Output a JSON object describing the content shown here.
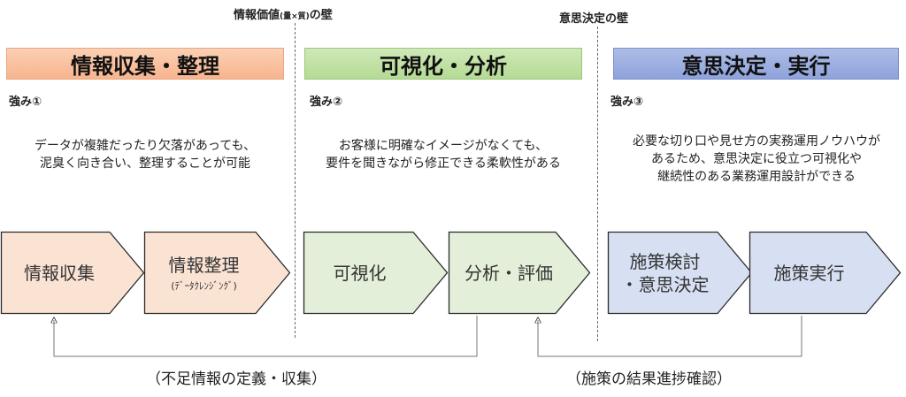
{
  "walls": {
    "info_value_main": "情報価値",
    "info_value_small": "(量×質)",
    "info_value_suffix": "の壁",
    "decision": "意思決定の壁"
  },
  "banners": [
    {
      "label": "情報収集・整理"
    },
    {
      "label": "可視化・分析"
    },
    {
      "label": "意思決定・実行"
    }
  ],
  "strengths": [
    {
      "label": "強み①",
      "lines": [
        "データが複雑だったり欠落があっても、",
        "泥臭く向き合い、整理することが可能"
      ]
    },
    {
      "label": "強み②",
      "lines": [
        "お客様に明確なイメージがなくても、",
        "要件を聞きながら修正できる柔軟性がある"
      ]
    },
    {
      "label": "強み③",
      "lines": [
        "必要な切り口や見せ方の実務運用ノウハウが",
        "あるため、意思決定に役立つ可視化や",
        "継続性のある業務運用設計ができる"
      ]
    }
  ],
  "steps": [
    {
      "label": "情報収集",
      "sub": "",
      "fill": "#fbe3d4"
    },
    {
      "label": "情報整理",
      "sub": "(ﾃﾞｰﾀｸﾚﾝｼﾞﾝｸﾞ)",
      "fill": "#fbe3d4"
    },
    {
      "label": "可視化",
      "sub": "",
      "fill": "#e3efd8"
    },
    {
      "label": "分析・評価",
      "sub": "",
      "fill": "#e3efd8"
    },
    {
      "label": "施策検討",
      "label2": "・意思決定",
      "fill": "#d7e0f2"
    },
    {
      "label": "施策実行",
      "sub": "",
      "fill": "#d7e0f2"
    }
  ],
  "feedback": {
    "left": "（不足情報の定義・収集）",
    "right": "（施策の結果進捗確認）"
  },
  "colors": {
    "stroke": "#2b2b2b",
    "feedback_line": "#777777"
  }
}
